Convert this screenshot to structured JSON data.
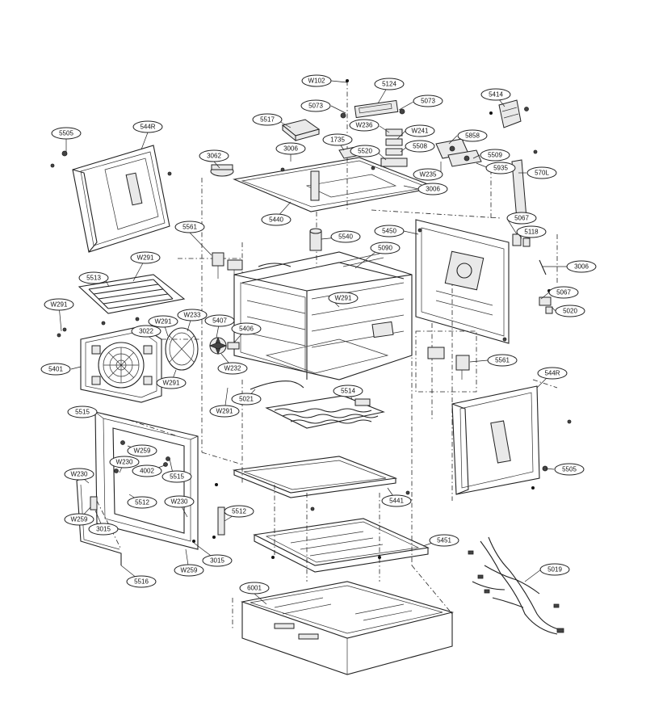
{
  "callouts": {
    "w102": "W102",
    "p5124": "5124",
    "p5414": "5414",
    "p5073a": "5073",
    "p5073b": "5073",
    "p5517": "5517",
    "w236": "W236",
    "w241": "W241",
    "p5858": "5858",
    "p3006a": "3006",
    "p1735": "1735",
    "p5508": "5508",
    "p5520": "5520",
    "p5509": "5509",
    "p5505a": "5505",
    "p544Ra": "544R",
    "p3062": "3062",
    "w235": "W235",
    "p5935": "5935",
    "p570L": "570L",
    "p3006b": "3006",
    "p5440": "5440",
    "p5067a": "5067",
    "p5561a": "5561",
    "p5540": "5540",
    "p5450": "5450",
    "p5118": "5118",
    "p5090": "5090",
    "w291a": "W291",
    "p3006c": "3006",
    "p5513": "5513",
    "p5067b": "5067",
    "w291b": "W291",
    "w291c": "W291",
    "p5020": "5020",
    "w233": "W233",
    "w291d": "W291",
    "p3022": "3022",
    "p5407": "5407",
    "p5406": "5406",
    "p5401": "5401",
    "p5561b": "5561",
    "w232": "W232",
    "w291e": "W291",
    "p544Rb": "544R",
    "p5514": "5514",
    "p5021": "5021",
    "w291f": "W291",
    "p5515a": "5515",
    "w259a": "W259",
    "w230a": "W230",
    "p4002": "4002",
    "p5515b": "5515",
    "p5505b": "5505",
    "w230b": "W230",
    "p5512a": "5512",
    "w230c": "W230",
    "p5441": "5441",
    "w259b": "W259",
    "p3015a": "3015",
    "p5512b": "5512",
    "p5451": "5451",
    "p3015b": "3015",
    "w259c": "W259",
    "p5019": "5019",
    "p5516": "5516",
    "p6001": "6001"
  }
}
